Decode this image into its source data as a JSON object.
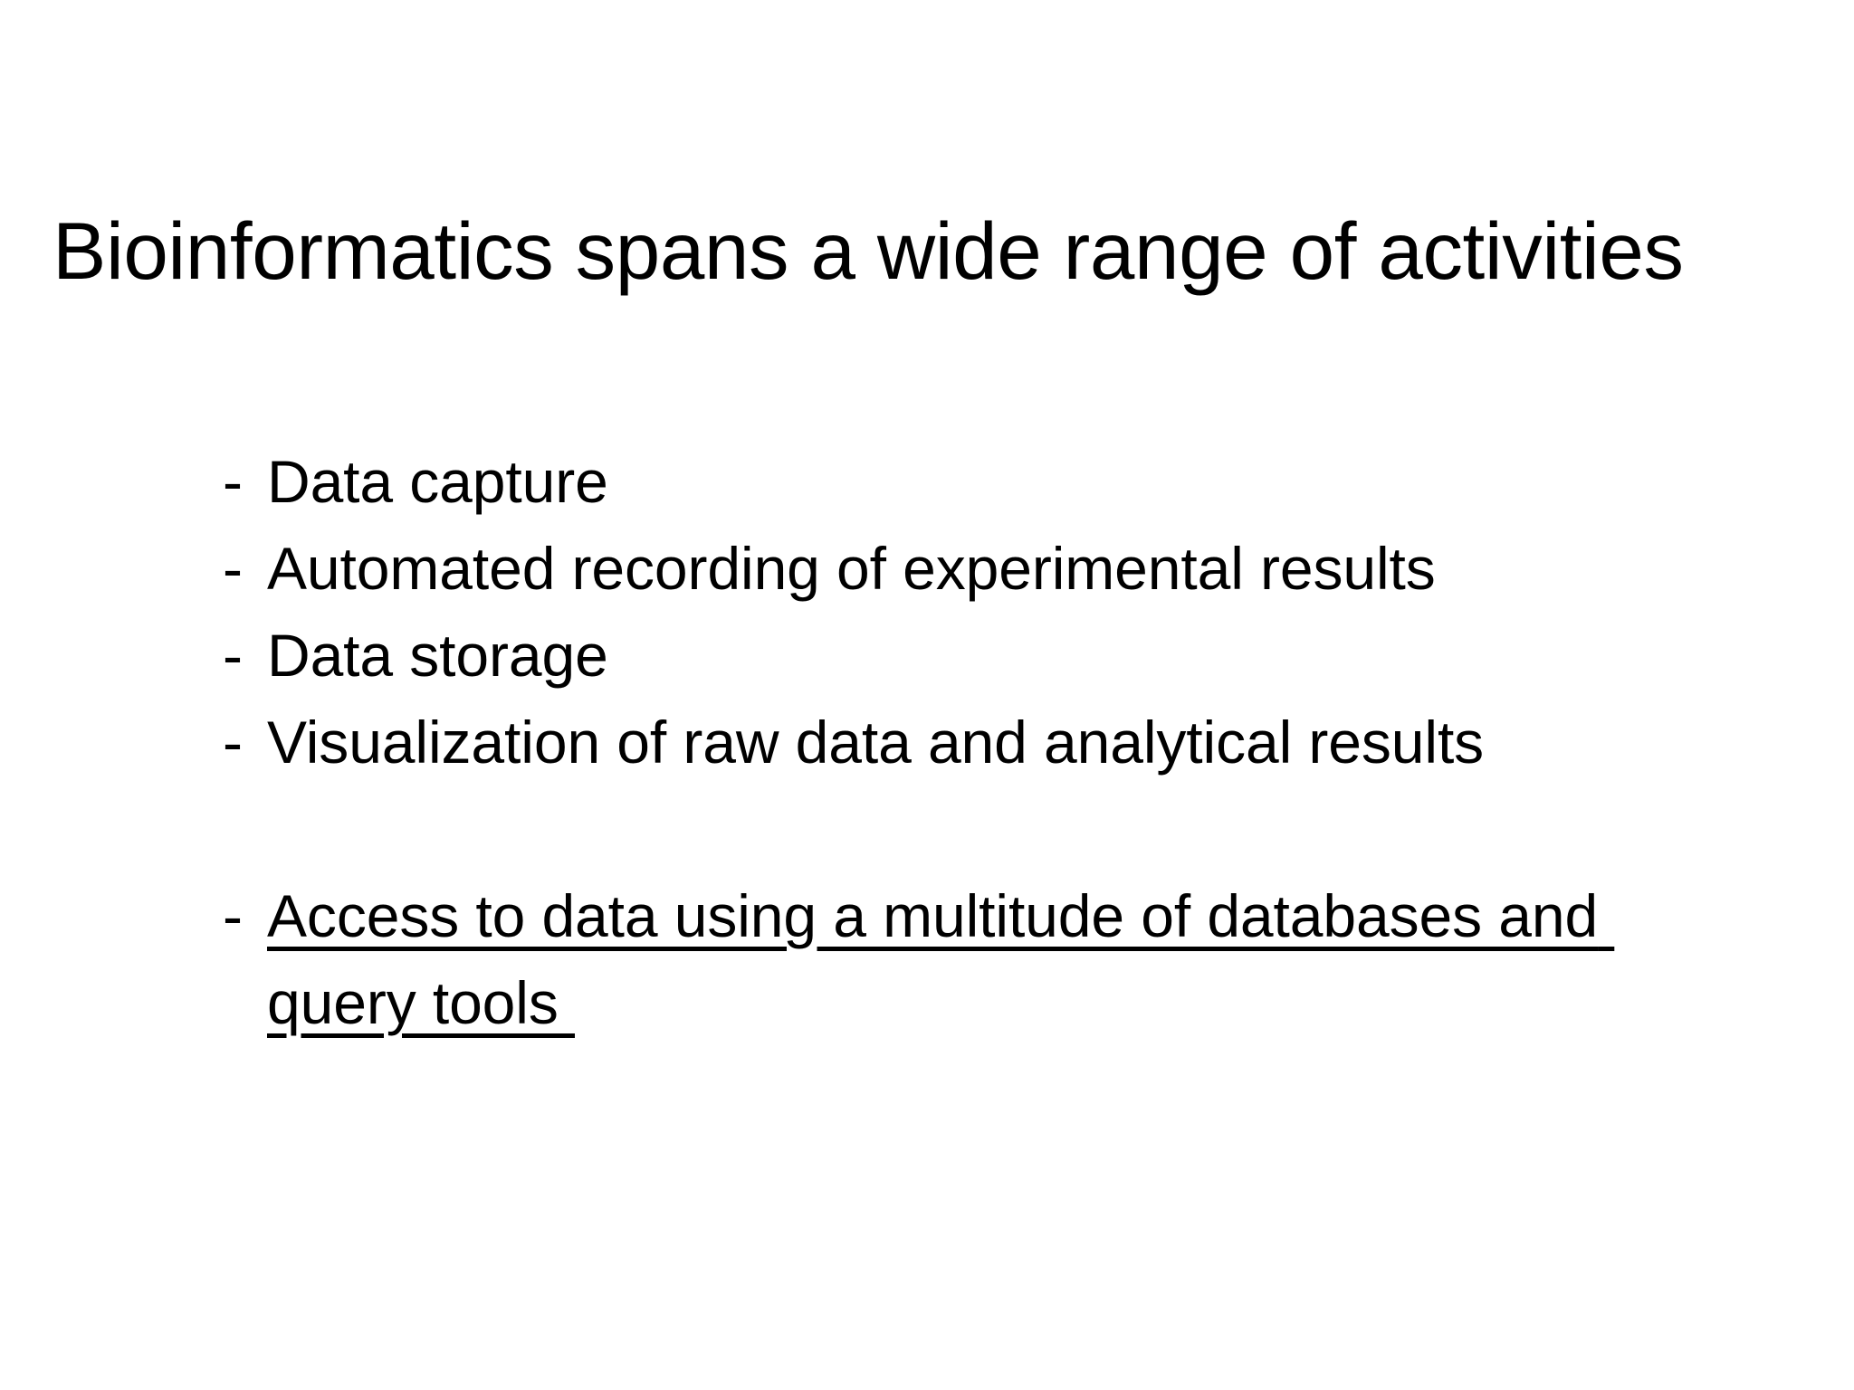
{
  "slide": {
    "background_color": "#ffffff",
    "text_color": "#000000",
    "title": "Bioinformatics spans a wide range of activities",
    "bullets": [
      {
        "marker": "-",
        "text": "Data capture",
        "underlined": false
      },
      {
        "marker": "-",
        "text": "Automated recording of experimental results",
        "underlined": false
      },
      {
        "marker": "-",
        "text": "Data storage",
        "underlined": false
      },
      {
        "marker": "-",
        "text": "Visualization of raw data and analytical results",
        "underlined": false
      },
      {
        "marker": "",
        "text": "",
        "underlined": false
      },
      {
        "marker": "-",
        "text": "Access to data using a multitude of databases and query tools ",
        "underlined": true
      }
    ]
  }
}
